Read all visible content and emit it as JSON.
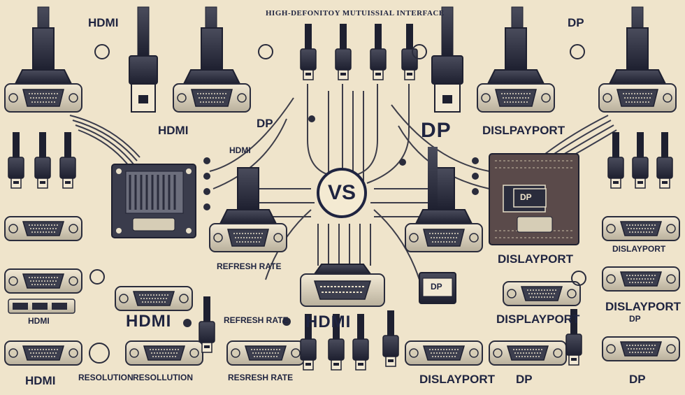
{
  "banner": "HIGH-DEFONITOY MUTUISSIAL INTERFACE",
  "vs": "VS",
  "labels": {
    "hdmi_top_left": "HDMI",
    "dp_top_right": "DP",
    "hdmi_mid_left": "HDMI",
    "dp_small_center_left": "DP",
    "hdmi_small_center": "HDMI",
    "dp_large_center_right": "DP",
    "displayport_top_right": "DISLPAYPORT",
    "refresh_rate_center": "REFRESH RATE",
    "displayport_mid_right": "DISLAYPORT",
    "dislayport_right": "DISLAYPORT",
    "dislayport_right2": "DISLAYPORT",
    "dp_small_right": "DP",
    "hdmi_small_left": "HDMI",
    "hdmi_lower_left": "HDMI",
    "refresh_rate_lower": "REFRESH RATE",
    "hdmi_center_bottom": "HDMI",
    "displayport_lower_right": "DISPLAYPORT",
    "hdmi_bottom_left": "HDMI",
    "resolution_1": "RESOLUTION",
    "resolution_2": "RESOLLUTION",
    "refresh_rate_bottom": "RESRESH RATE",
    "displayport_bottom": "DISLAYPORT",
    "dp_bottom_center_right": "DP",
    "dp_bottom_right": "DP",
    "dp_chip_label": "DP",
    "dp_plug_label": "DP"
  }
}
